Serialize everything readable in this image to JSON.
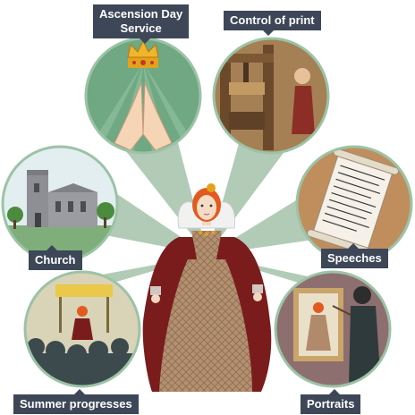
{
  "labels": {
    "ascension": "Ascension Day Service",
    "ascension_line1": "Ascension Day",
    "ascension_line2": "Service",
    "control": "Control of print",
    "church": "Church",
    "speeches": "Speeches",
    "summer": "Summer progresses",
    "portraits": "Portraits"
  },
  "colors": {
    "ray": "#a9c6b0",
    "label_bg": "#3d4757",
    "circle_border": "#9cc3a6",
    "dress_red": "#7a1c1c",
    "dress_pattern": "#b08a6a",
    "hair": "#e35a1f"
  },
  "icons": {
    "crown": "crown-icon",
    "hands": "praying-hands-icon",
    "press": "printing-press-icon",
    "scroll": "scroll-icon"
  }
}
